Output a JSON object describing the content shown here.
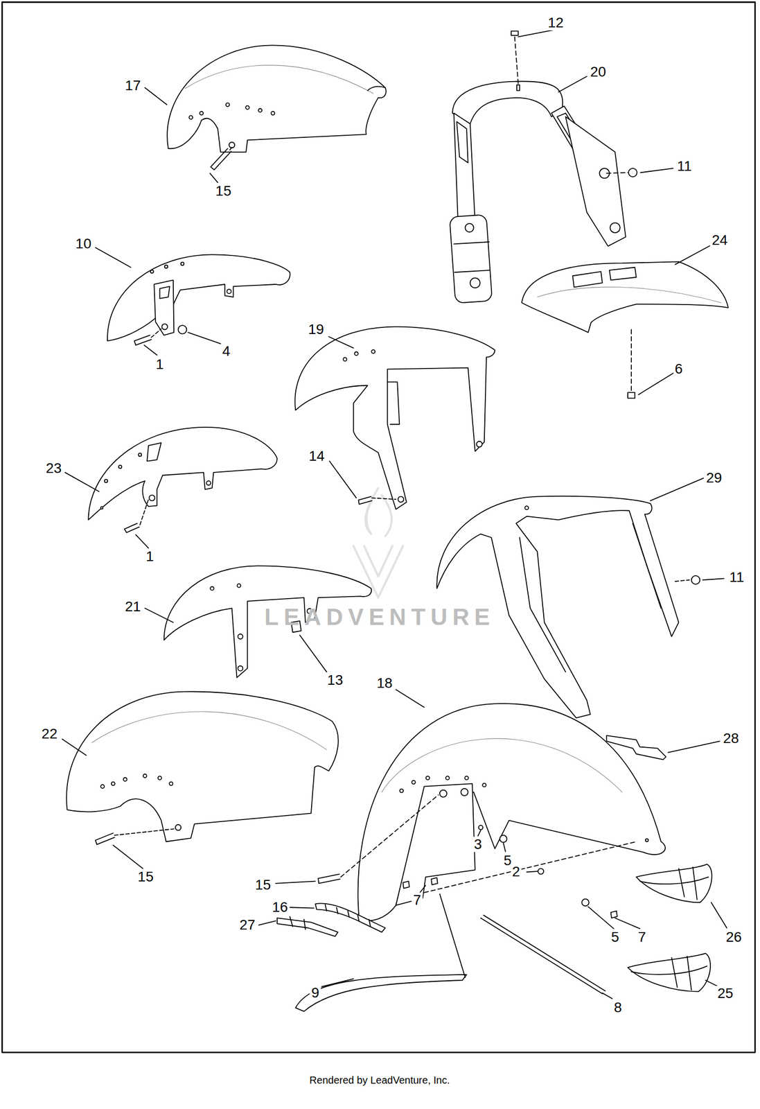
{
  "diagram": {
    "caption": "Rendered by LeadVenture, Inc.",
    "labels": [
      "12",
      "20",
      "17",
      "11",
      "15",
      "10",
      "24",
      "19",
      "4",
      "1",
      "6",
      "14",
      "23",
      "29",
      "1",
      "11",
      "21",
      "LEADVENTURE",
      "13",
      "18",
      "22",
      "28",
      "3",
      "5",
      "2",
      "15",
      "15",
      "7",
      "16",
      "27",
      "5",
      "7",
      "26",
      "9",
      "25",
      "8"
    ]
  }
}
